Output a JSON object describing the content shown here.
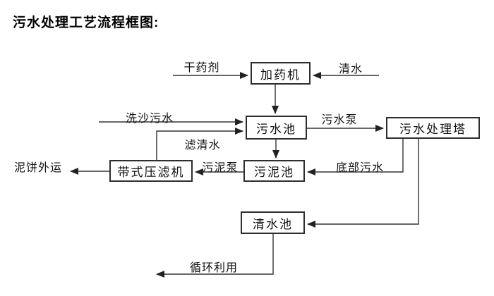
{
  "page": {
    "title": "污水处理工艺流程框图:"
  },
  "diagram": {
    "type": "flowchart",
    "nodes": [
      {
        "id": "dosing-machine",
        "label": "加药机"
      },
      {
        "id": "sewage-pool",
        "label": "污水池"
      },
      {
        "id": "treatment-tower",
        "label": "污水处理塔"
      },
      {
        "id": "sludge-pool",
        "label": "污泥池"
      },
      {
        "id": "belt-filter-press",
        "label": "带式压滤机"
      },
      {
        "id": "clean-water-pool",
        "label": "清水池"
      }
    ],
    "flow_labels": [
      {
        "id": "dry-agent",
        "label": "干药剂"
      },
      {
        "id": "clean-water",
        "label": "清水"
      },
      {
        "id": "sand-washing-sewage",
        "label": "洗沙污水"
      },
      {
        "id": "sewage-pump",
        "label": "污水泵"
      },
      {
        "id": "filtered-water",
        "label": "滤清水"
      },
      {
        "id": "sludge-pump",
        "label": "污泥泵"
      },
      {
        "id": "bottom-sewage",
        "label": "底部污水"
      },
      {
        "id": "mud-cake-outbound",
        "label": "泥饼外运"
      },
      {
        "id": "recycle-reuse",
        "label": "循环利用"
      }
    ],
    "edges": [
      {
        "from": "dry-agent-source",
        "to": "dosing-machine",
        "label": "干药剂"
      },
      {
        "from": "clean-water-source",
        "to": "dosing-machine",
        "label": "清水"
      },
      {
        "from": "dosing-machine",
        "to": "sewage-pool",
        "label": ""
      },
      {
        "from": "sand-washing",
        "to": "sewage-pool",
        "label": "洗沙污水"
      },
      {
        "from": "belt-filter-press",
        "to": "sewage-pool",
        "label": "滤清水"
      },
      {
        "from": "sewage-pool",
        "to": "treatment-tower",
        "label": "污水泵"
      },
      {
        "from": "sewage-pool",
        "to": "sludge-pool",
        "label": ""
      },
      {
        "from": "treatment-tower",
        "to": "sludge-pool",
        "label": "底部污水"
      },
      {
        "from": "sludge-pool",
        "to": "belt-filter-press",
        "label": "污泥泵"
      },
      {
        "from": "belt-filter-press",
        "to": "outside",
        "label": "泥饼外运"
      },
      {
        "from": "treatment-tower",
        "to": "clean-water-pool",
        "label": ""
      },
      {
        "from": "clean-water-pool",
        "to": "reuse",
        "label": "循环利用"
      }
    ],
    "colors": {
      "background": "#ffffff",
      "line": "#333333",
      "box_border": "#2e2e2e",
      "box_fill": "#ffffff",
      "text": "#111111"
    }
  }
}
